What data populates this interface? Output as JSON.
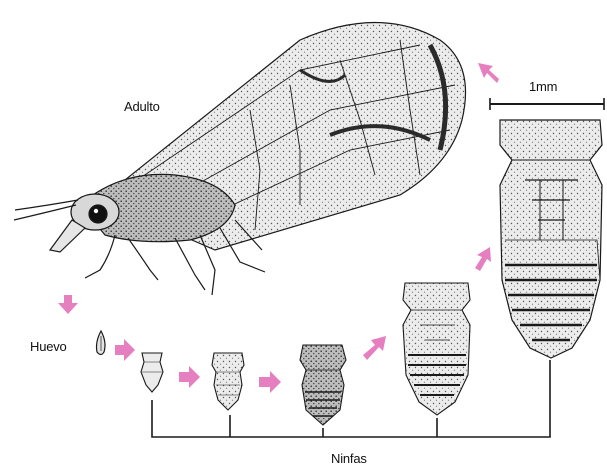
{
  "labels": {
    "adult": "Adulto",
    "egg": "Huevo",
    "nymphs": "Ninfas",
    "scale": "1mm"
  },
  "colors": {
    "arrow": "#e57fc0",
    "ink": "#1a1a1a",
    "wing_fill": "#e9e9e9",
    "body_fill": "#cfcfcf"
  },
  "stages": [
    "adult",
    "egg",
    "nymph-1",
    "nymph-2",
    "nymph-3",
    "nymph-4",
    "nymph-5"
  ]
}
